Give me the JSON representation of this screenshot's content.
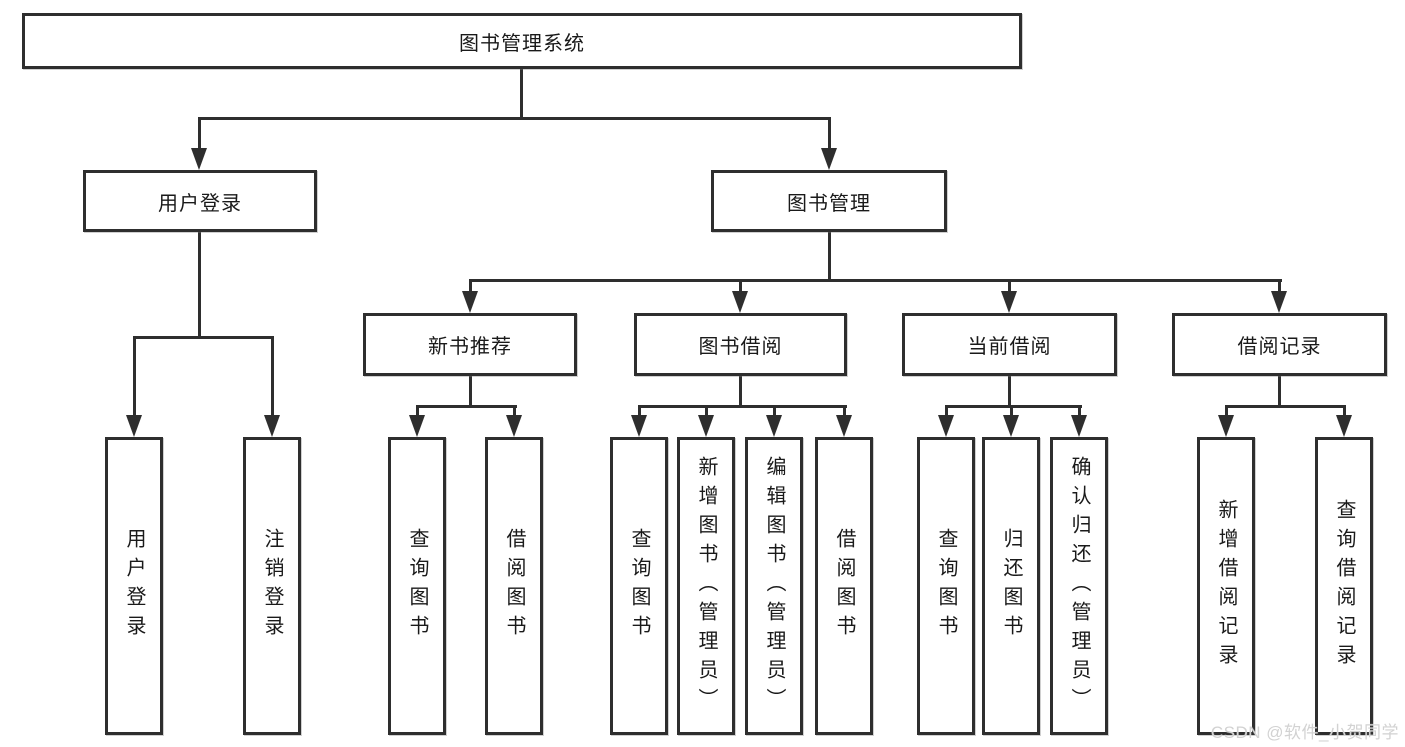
{
  "tree": {
    "root": "图书管理系统",
    "children": [
      {
        "label": "用户登录",
        "children": [
          "用户登录",
          "注销登录"
        ]
      },
      {
        "label": "图书管理",
        "children": [
          {
            "label": "新书推荐",
            "children": [
              "查询图书",
              "借阅图书"
            ]
          },
          {
            "label": "图书借阅",
            "children": [
              "查询图书",
              "新增图书（管理员）",
              "编辑图书（管理员）",
              "借阅图书"
            ]
          },
          {
            "label": "当前借阅",
            "children": [
              "查询图书",
              "归还图书",
              "确认归还（管理员）"
            ]
          },
          {
            "label": "借阅记录",
            "children": [
              "新增借阅记录",
              "查询借阅记录"
            ]
          }
        ]
      }
    ]
  },
  "watermark": "CSDN @软件_小贺同学",
  "colors": {
    "line": "#2e2e2e",
    "box_border": "#2e2e2e",
    "text": "#1a1a1a",
    "background": "#ffffff",
    "watermark": "#d2d2d2"
  }
}
